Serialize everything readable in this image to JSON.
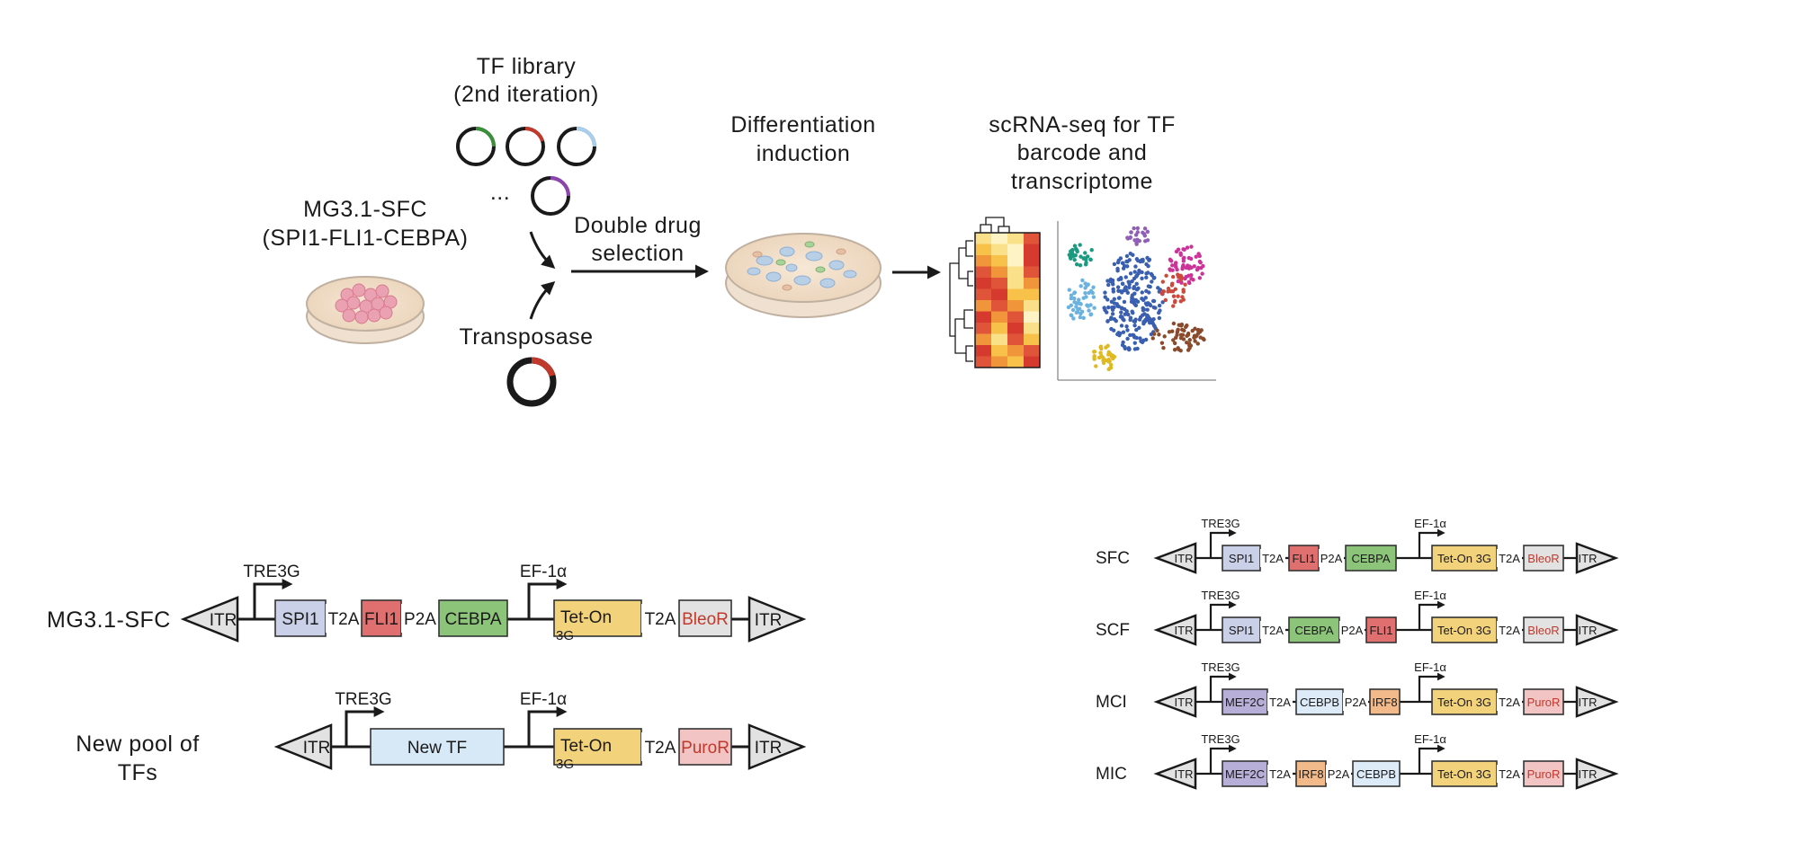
{
  "workflow": {
    "tf_library_title": "TF library",
    "tf_library_subtitle": "(2nd iteration)",
    "ellipsis": "...",
    "mg_title": "MG3.1-SFC",
    "mg_subtitle": "(SPI1-FLI1-CEBPA)",
    "transposase": "Transposase",
    "selection_line1": "Double drug",
    "selection_line2": "selection",
    "diff_line1": "Differentiation",
    "diff_line2": "induction",
    "scrna_line1": "scRNA-seq for TF",
    "scrna_line2": "barcode and",
    "scrna_line3": "transcriptome"
  },
  "constructs_left": {
    "row1_label": "MG3.1-SFC",
    "row2_label_line1": "New pool of",
    "row2_label_line2": "TFs",
    "itr": "ITR",
    "tre3g": "TRE3G",
    "ef1a": "EF-1α",
    "spi1": "SPI1",
    "t2a": "T2A",
    "fli1": "FLI1",
    "p2a": "P2A",
    "cebpa": "CEBPA",
    "teton_line1": "Tet-On",
    "teton_line2": "3G",
    "bleor": "BleoR",
    "newtf": "New TF",
    "puror": "PuroR"
  },
  "constructs_right": {
    "itr": "ITR",
    "tre3g": "TRE3G",
    "ef1a": "EF-1α",
    "teton": "Tet-On 3G",
    "t2a": "T2A",
    "p2a": "P2A",
    "rows": [
      {
        "label": "SFC",
        "tf1": "SPI1",
        "tf2": "FLI1",
        "tf3": "CEBPA",
        "res": "BleoR"
      },
      {
        "label": "SCF",
        "tf1": "SPI1",
        "tf2": "CEBPA",
        "tf3": "FLI1",
        "res": "BleoR"
      },
      {
        "label": "MCI",
        "tf1": "MEF2C",
        "tf2": "CEBPB",
        "tf3": "IRF8",
        "res": "PuroR"
      },
      {
        "label": "MIC",
        "tf1": "MEF2C",
        "tf2": "IRF8",
        "tf3": "CEBPB",
        "res": "PuroR"
      }
    ]
  },
  "colors": {
    "spi1": "#c9d0e8",
    "fli1": "#e07070",
    "cebpa": "#8cc47a",
    "teton": "#f2d27a",
    "bleor": "#e2e2e2",
    "puror": "#f2c4c4",
    "newtf": "#d7e8f7",
    "mef2c": "#b8afd8",
    "cebpb": "#dcebf7",
    "irf8": "#f2b98a",
    "resistance_text": "#c0392b",
    "cluster_teal": "#1a9a80",
    "cluster_purple": "#8f5fb5",
    "cluster_magenta": "#cc3399",
    "cluster_lightblue": "#6ab3e0",
    "cluster_blue": "#3a5fb0",
    "cluster_red": "#cc4a3c",
    "cluster_brown": "#8b4a2b",
    "cluster_yellow": "#e0b820"
  }
}
